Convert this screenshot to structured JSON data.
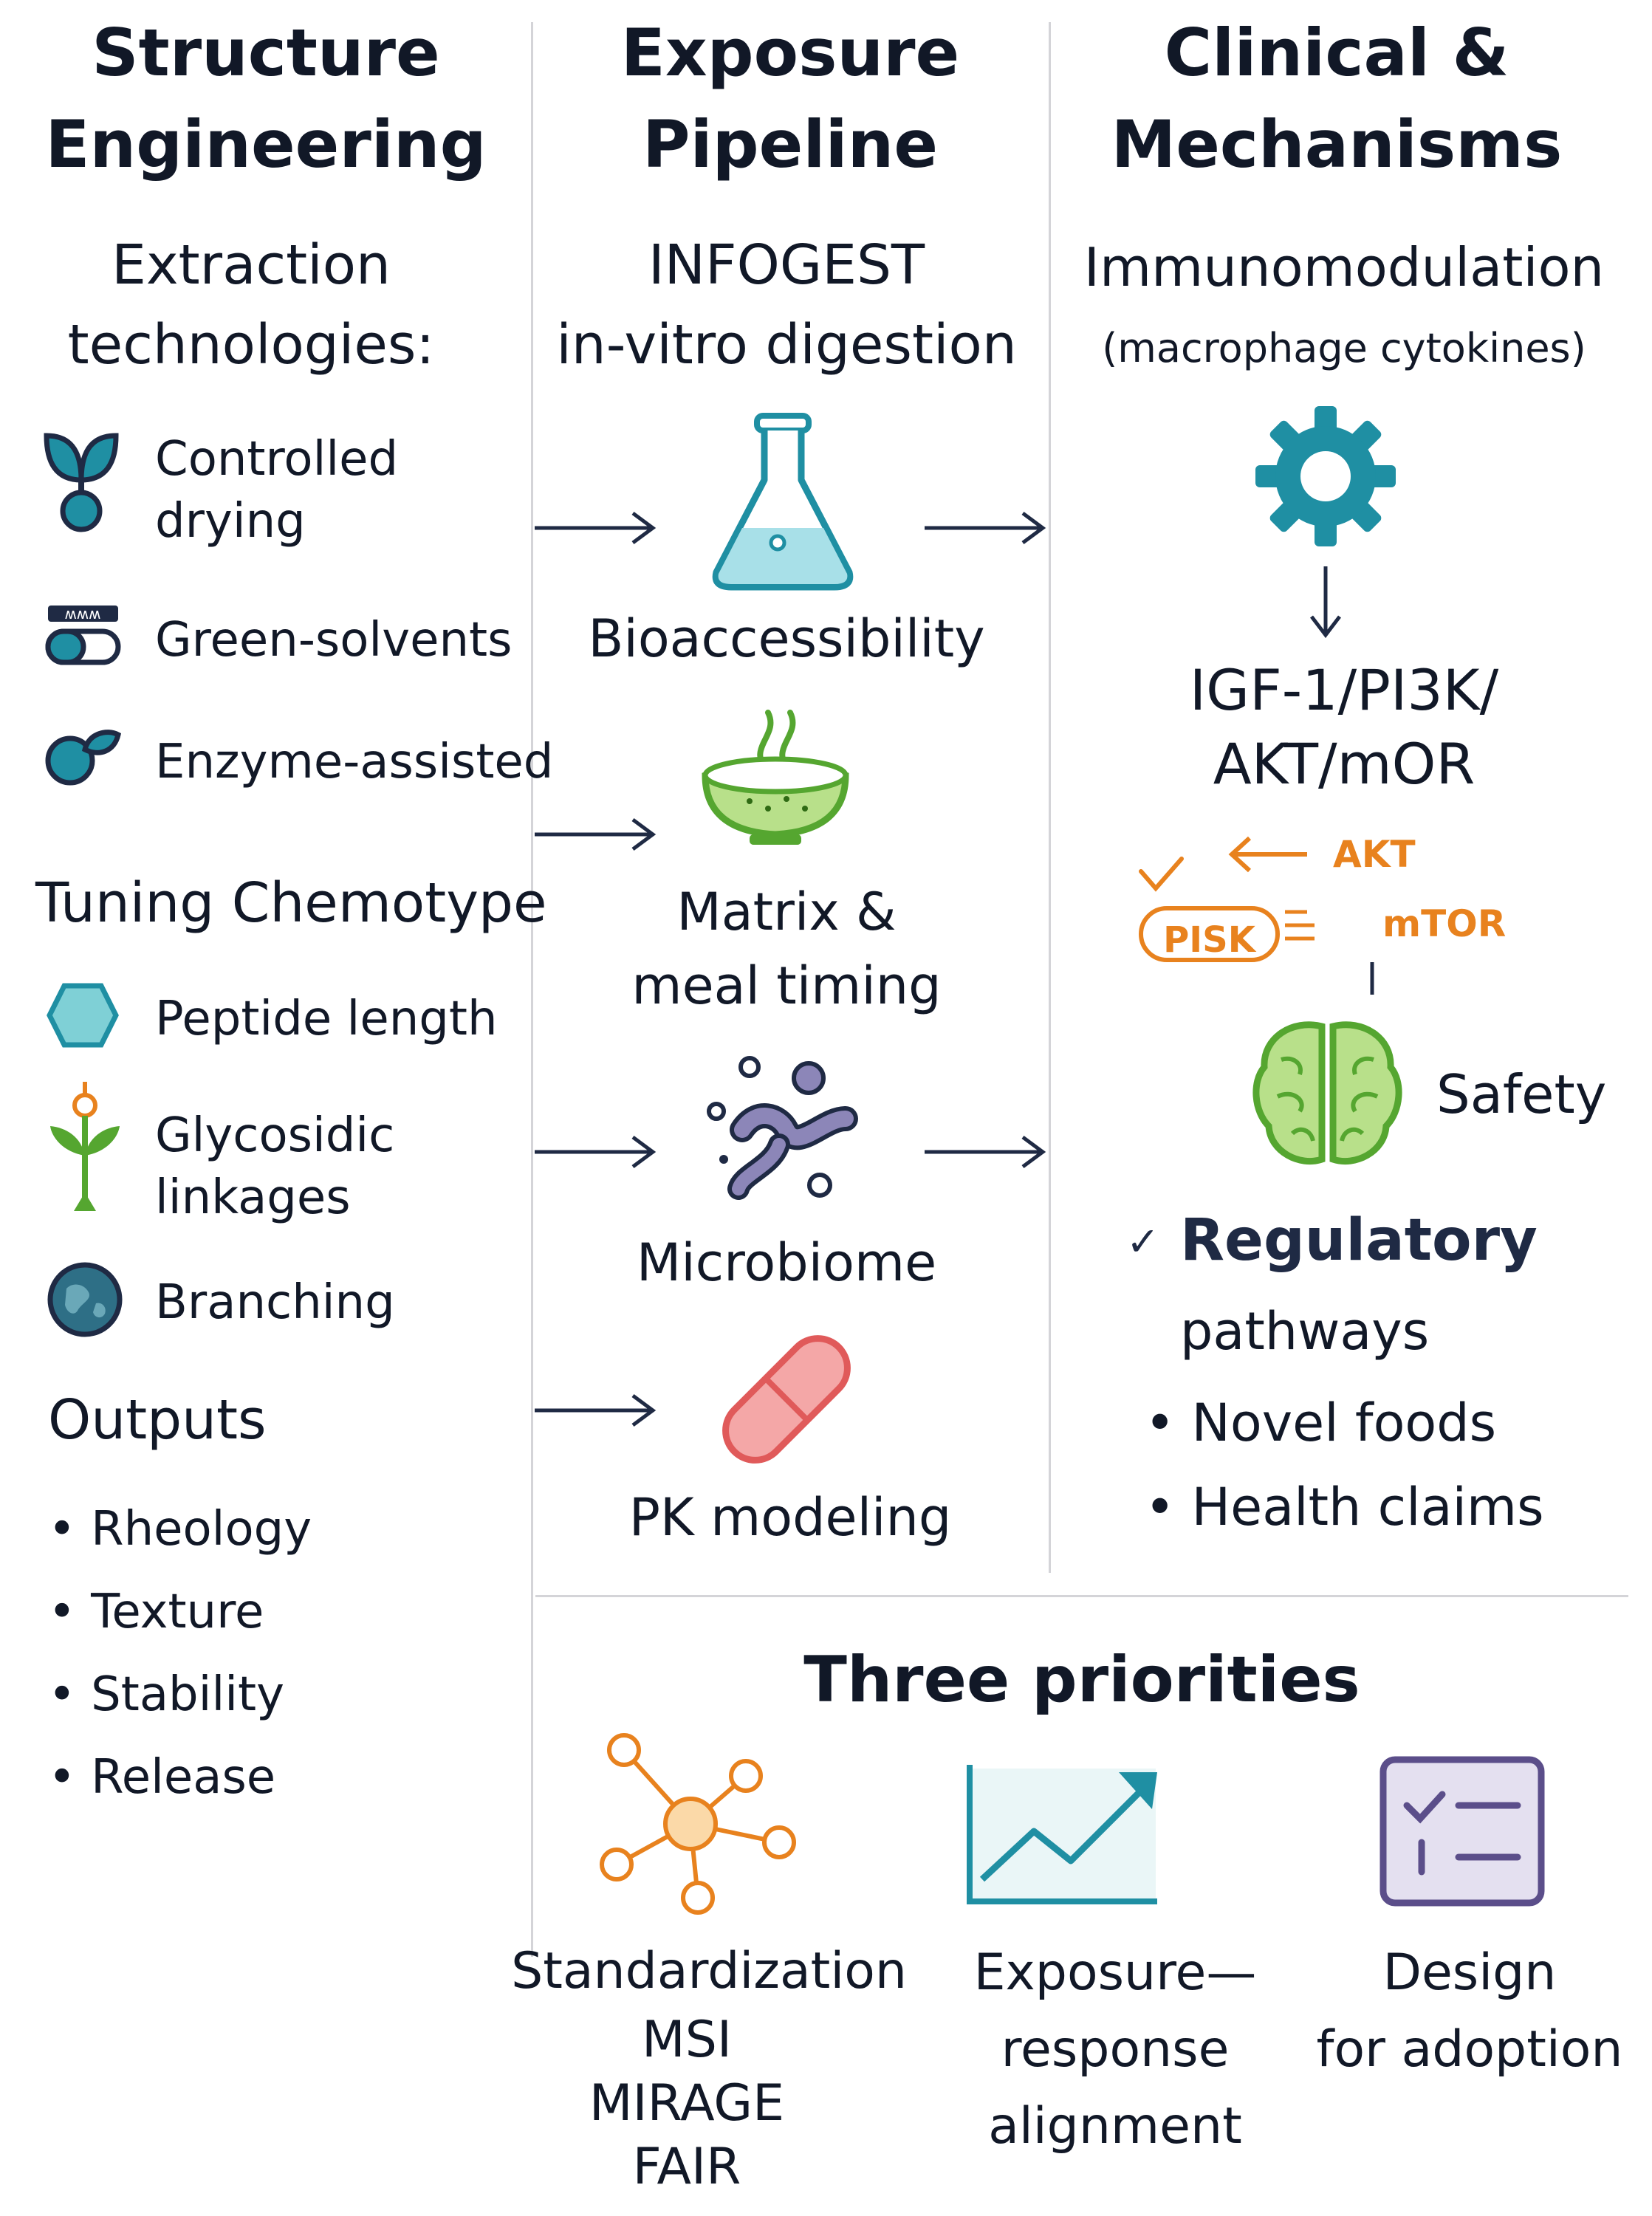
{
  "columns": {
    "structure": {
      "title_line1": "Structure",
      "title_line2": "Engineering",
      "extraction_line1": "Extraction",
      "extraction_line2": "technologies:",
      "items": [
        {
          "line1": "Controlled",
          "line2": "drying",
          "icon": "sprout-icon"
        },
        {
          "line1": "Green-solvents",
          "line2": "",
          "icon": "solvent-icon"
        },
        {
          "line1": "Enzyme-assisted",
          "line2": "",
          "icon": "enzyme-icon"
        }
      ],
      "tuning_label": "Tuning Chemotype",
      "tuning_items": [
        {
          "line1": "Peptide length",
          "line2": "",
          "icon": "hexagon-icon"
        },
        {
          "line1": "Glycosidic",
          "line2": "linkages",
          "icon": "plant-linkage-icon"
        },
        {
          "line1": "Branching",
          "line2": "",
          "icon": "branching-icon"
        }
      ],
      "outputs_label": "Outputs",
      "outputs": [
        "Rheology",
        "Texture",
        "Stability",
        "Release"
      ]
    },
    "exposure": {
      "title_line1": "Exposure",
      "title_line2": "Pipeline",
      "sub_line1": "INFOGEST",
      "sub_line2": "in-vitro digestion",
      "stages": [
        {
          "line1": "Bioaccessibility",
          "line2": "",
          "icon": "flask-icon"
        },
        {
          "line1": "Matrix &",
          "line2": "meal timing",
          "icon": "bowl-icon"
        },
        {
          "line1": "Microbiome",
          "line2": "",
          "icon": "microbe-icon"
        },
        {
          "line1": "PK modeling",
          "line2": "",
          "icon": "capsule-icon"
        }
      ]
    },
    "clinical": {
      "title_line1": "Clinical &",
      "title_line2": "Mechanisms",
      "immuno_label": "Immunomodulation",
      "immuno_sub": "(macrophage cytokines)",
      "pathway_line1": "IGF-1/PI3K/",
      "pathway_line2": "AKT/mOR",
      "akt_label": "AKT",
      "pisk_label": "PISK",
      "mtor_label": "mTOR",
      "safety_label": "Safety",
      "regulatory_label": "Regulatory",
      "regulatory_sub": "pathways",
      "regulatory_items": [
        "Novel foods",
        "Health claims"
      ]
    }
  },
  "priorities": {
    "title": "Three priorities",
    "items": [
      {
        "lines": [
          "Standardization",
          "MSI",
          "MIRAGE",
          "FAIR"
        ],
        "icon": "network-icon"
      },
      {
        "lines": [
          "Exposure—",
          "response",
          "alignment"
        ],
        "icon": "trend-chart-icon"
      },
      {
        "lines": [
          "Design",
          "for adoption"
        ],
        "icon": "checklist-icon"
      }
    ]
  },
  "colors": {
    "teal": "#1f8fa3",
    "navy": "#1f2a44",
    "green": "#55a630",
    "orange": "#e8821e",
    "red": "#e05a5a",
    "purple": "#5b4e8a"
  }
}
